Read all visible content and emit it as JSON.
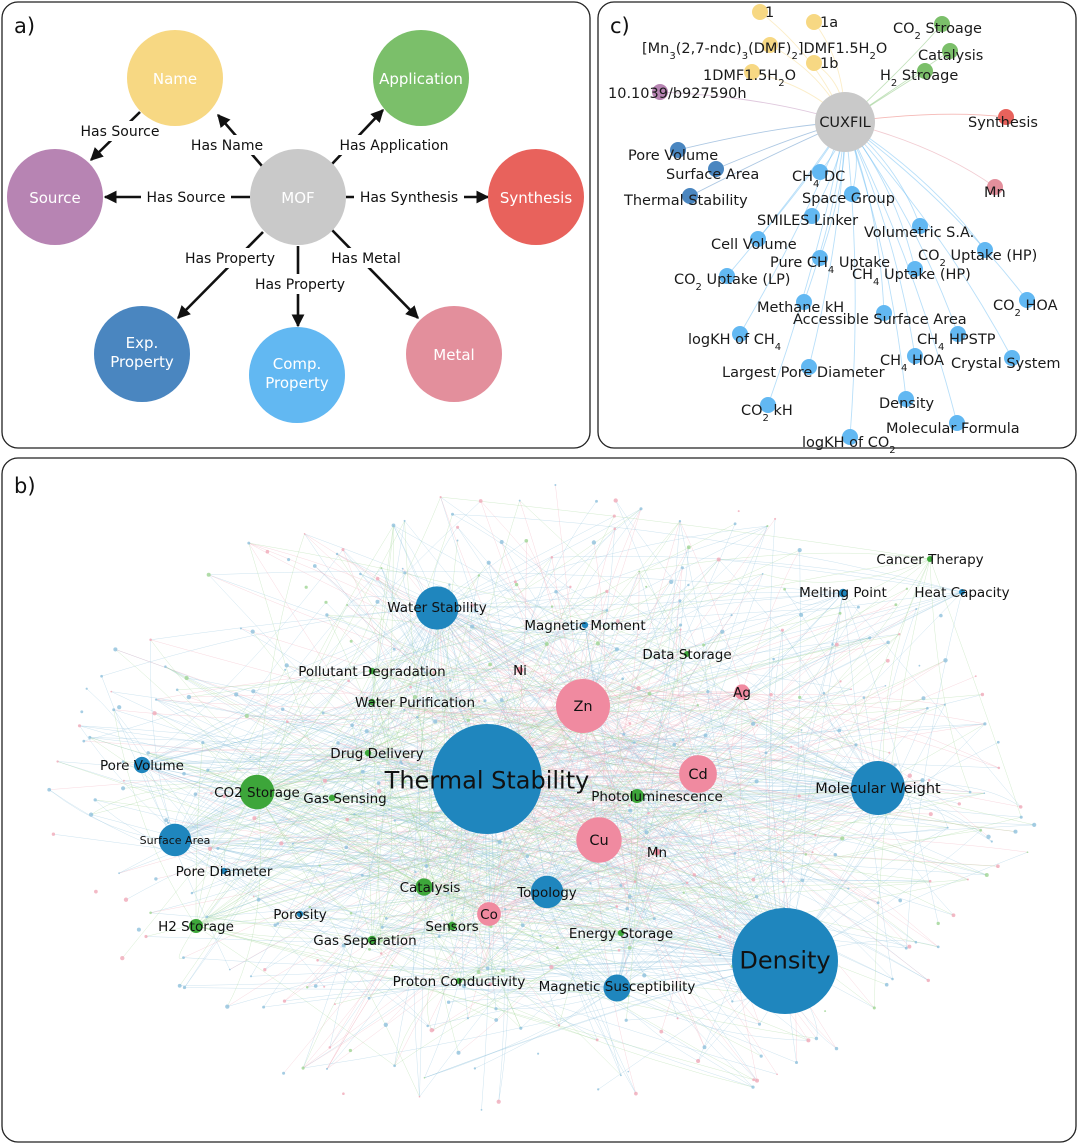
{
  "panels": {
    "a": "a)",
    "b": "b)",
    "c": "c)"
  },
  "colors": {
    "name": "#f7d883",
    "application": "#7bbf6a",
    "source": "#b784b3",
    "mof": "#c9c9c9",
    "synthesis": "#e8625c",
    "exp_property": "#4a86c0",
    "comp_property": "#62b8f2",
    "metal": "#e38f9c",
    "b_property": "#1f86be",
    "b_application": "#3da63a",
    "b_metal": "#f08aa0",
    "b_blue_edge": "#8fc0dc",
    "b_pink_edge": "#f0a9b8",
    "b_green_edge": "#9fd494"
  },
  "panel_a": {
    "nodes": [
      {
        "id": "name",
        "label": "Name",
        "color": "name"
      },
      {
        "id": "application",
        "label": "Application",
        "color": "application"
      },
      {
        "id": "source",
        "label": "Source",
        "color": "source"
      },
      {
        "id": "mof",
        "label": "MOF",
        "color": "mof"
      },
      {
        "id": "synthesis",
        "label": "Synthesis",
        "color": "synthesis"
      },
      {
        "id": "exp",
        "label": "Exp.\nProperty",
        "color": "exp_property"
      },
      {
        "id": "comp",
        "label": "Comp.\nProperty",
        "color": "comp_property"
      },
      {
        "id": "metal",
        "label": "Metal",
        "color": "metal"
      }
    ],
    "edges": [
      {
        "from": "mof",
        "to": "name",
        "label": "Has Name"
      },
      {
        "from": "mof",
        "to": "application",
        "label": "Has Application"
      },
      {
        "from": "mof",
        "to": "source",
        "label": "Has Source"
      },
      {
        "from": "name",
        "to": "source",
        "label": "Has Source"
      },
      {
        "from": "mof",
        "to": "synthesis",
        "label": "Has Synthesis"
      },
      {
        "from": "mof",
        "to": "exp",
        "label": "Has Property"
      },
      {
        "from": "mof",
        "to": "comp",
        "label": "Has Property"
      },
      {
        "from": "mof",
        "to": "metal",
        "label": "Has Metal"
      }
    ]
  },
  "panel_c": {
    "center": "CUXFIL",
    "nodes": [
      {
        "id": "n1",
        "label": "1",
        "color": "name"
      },
      {
        "id": "n1a",
        "label": "1a",
        "color": "name"
      },
      {
        "id": "n1b",
        "label": "1b",
        "color": "name"
      },
      {
        "id": "formula",
        "label": "[Mn3(2,7-ndc)3(DMF)2]DMF1.5H2O",
        "color": "name"
      },
      {
        "id": "dmf",
        "label": "1DMF1.5H2O",
        "color": "name"
      },
      {
        "id": "doi",
        "label": "10.1039/b927590h",
        "color": "source"
      },
      {
        "id": "co2st",
        "label": "CO2 Stroage",
        "color": "application"
      },
      {
        "id": "cat",
        "label": "Catalysis",
        "color": "application"
      },
      {
        "id": "h2st",
        "label": "H2 Stroage",
        "color": "application"
      },
      {
        "id": "syn",
        "label": "Synthesis",
        "color": "synthesis"
      },
      {
        "id": "mn",
        "label": "Mn",
        "color": "metal"
      },
      {
        "id": "pv",
        "label": "Pore Volume",
        "color": "exp_property"
      },
      {
        "id": "sa",
        "label": "Surface Area",
        "color": "exp_property"
      },
      {
        "id": "ts",
        "label": "Thermal Stability",
        "color": "exp_property"
      },
      {
        "id": "ch4dc",
        "label": "CH4 DC",
        "color": "comp_property"
      },
      {
        "id": "sg",
        "label": "Space Group",
        "color": "comp_property"
      },
      {
        "id": "smiles",
        "label": "SMILES Linker",
        "color": "comp_property"
      },
      {
        "id": "vsa",
        "label": "Volumetric S.A.",
        "color": "comp_property"
      },
      {
        "id": "cv",
        "label": "Cell Volume",
        "color": "comp_property"
      },
      {
        "id": "pch4",
        "label": "Pure CH4 Uptake",
        "color": "comp_property"
      },
      {
        "id": "co2hp",
        "label": "CO2 Uptake (HP)",
        "color": "comp_property"
      },
      {
        "id": "ch4hp",
        "label": "CH4 Uptake (HP)",
        "color": "comp_property"
      },
      {
        "id": "co2lp",
        "label": "CO2 Uptake (LP)",
        "color": "comp_property"
      },
      {
        "id": "co2hoa",
        "label": "CO2 HOA",
        "color": "comp_property"
      },
      {
        "id": "mkh",
        "label": "Methane kH",
        "color": "comp_property"
      },
      {
        "id": "asa",
        "label": "Accessible Surface Area",
        "color": "comp_property"
      },
      {
        "id": "lkch4",
        "label": "logKH of CH4",
        "color": "comp_property"
      },
      {
        "id": "ch4hpstp",
        "label": "CH4 HPSTP",
        "color": "comp_property"
      },
      {
        "id": "ch4hoa",
        "label": "CH4 HOA",
        "color": "comp_property"
      },
      {
        "id": "lpd",
        "label": "Largest Pore Diameter",
        "color": "comp_property"
      },
      {
        "id": "cs",
        "label": "Crystal System",
        "color": "comp_property"
      },
      {
        "id": "dens",
        "label": "Density",
        "color": "comp_property"
      },
      {
        "id": "co2kh",
        "label": "CO2 kH",
        "color": "comp_property"
      },
      {
        "id": "mf",
        "label": "Molecular Formula",
        "color": "comp_property"
      },
      {
        "id": "lkco2",
        "label": "logKH of CO2",
        "color": "comp_property"
      }
    ]
  },
  "panel_b": {
    "nodes": [
      {
        "label": "Thermal Stability",
        "color": "b_property",
        "size": 10
      },
      {
        "label": "Density",
        "color": "b_property",
        "size": 9
      },
      {
        "label": "Molecular Weight",
        "color": "b_property",
        "size": 5
      },
      {
        "label": "Water Stability",
        "color": "b_property",
        "size": 4
      },
      {
        "label": "Topology",
        "color": "b_property",
        "size": 3
      },
      {
        "label": "Magnetic Susceptibility",
        "color": "b_property",
        "size": 2.5
      },
      {
        "label": "Surface Area",
        "color": "b_property",
        "size": 3
      },
      {
        "label": "Pore Volume",
        "color": "b_property",
        "size": 1.5
      },
      {
        "label": "Pore Diameter",
        "color": "b_property",
        "size": 0.6
      },
      {
        "label": "Porosity",
        "color": "b_property",
        "size": 0.6
      },
      {
        "label": "Melting Point",
        "color": "b_property",
        "size": 0.8
      },
      {
        "label": "Magnetic Moment",
        "color": "b_property",
        "size": 0.6
      },
      {
        "label": "Cancer Therapy",
        "color": "b_application",
        "size": 0.3
      },
      {
        "label": "Heat Capacity",
        "color": "b_property",
        "size": 0.3
      },
      {
        "label": "Data Storage",
        "color": "b_application",
        "size": 0.3
      },
      {
        "label": "Pollutant Degradation",
        "color": "b_application",
        "size": 0.6
      },
      {
        "label": "Water Purification",
        "color": "b_application",
        "size": 0.6
      },
      {
        "label": "Drug Delivery",
        "color": "b_application",
        "size": 0.6
      },
      {
        "label": "CO2 Storage",
        "color": "b_application",
        "size": 3.2
      },
      {
        "label": "Gas Sensing",
        "color": "b_application",
        "size": 0.6
      },
      {
        "label": "Photoluminescence",
        "color": "b_application",
        "size": 1.3
      },
      {
        "label": "Catalysis",
        "color": "b_application",
        "size": 1.6
      },
      {
        "label": "Sensors",
        "color": "b_application",
        "size": 0.8
      },
      {
        "label": "Gas Separation",
        "color": "b_application",
        "size": 0.8
      },
      {
        "label": "Energy Storage",
        "color": "b_application",
        "size": 0.6
      },
      {
        "label": "Proton Conductivity",
        "color": "b_application",
        "size": 0.3
      },
      {
        "label": "H2 Storage",
        "color": "b_application",
        "size": 1.3
      },
      {
        "label": "Zn",
        "color": "b_metal",
        "size": 5
      },
      {
        "label": "Cd",
        "color": "b_metal",
        "size": 3.5
      },
      {
        "label": "Cu",
        "color": "b_metal",
        "size": 4.2
      },
      {
        "label": "Co",
        "color": "b_metal",
        "size": 2.2
      },
      {
        "label": "Ni",
        "color": "b_metal",
        "size": 0.6
      },
      {
        "label": "Ag",
        "color": "b_metal",
        "size": 1.4
      },
      {
        "label": "Mn",
        "color": "b_metal",
        "size": 0.6
      }
    ]
  }
}
